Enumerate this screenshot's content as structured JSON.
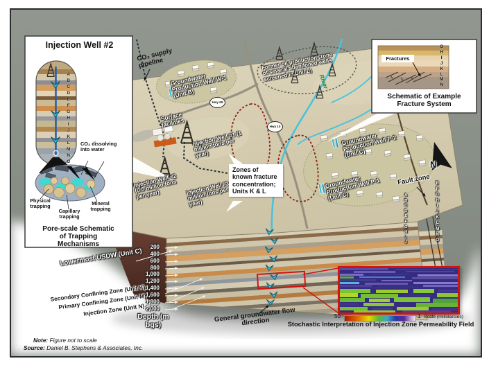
{
  "frame": {
    "note_label": "Note:",
    "note_text": "Figure not to scale",
    "source_label": "Source:",
    "source_text": "Daniel B. Stephens & Associates, Inc."
  },
  "left_inset": {
    "title": "Injection Well #2",
    "layer_letters": [
      "A",
      "B",
      "C",
      "D",
      "E",
      "F",
      "G",
      "H",
      "I",
      "J",
      "K",
      "L",
      "M",
      "N",
      "O"
    ],
    "co2_dissolving": "CO₂ dissolving into water",
    "physical_trapping": "Physical trapping",
    "capillary_trapping": "Capillary trapping",
    "mineral_trapping": "Mineral trapping",
    "caption": "Pore-scale Schematic of Trapping Mechanisms"
  },
  "right_inset": {
    "fractures_label": "Fractures",
    "layer_letters": [
      "G",
      "H",
      "I",
      "J",
      "K",
      "L",
      "M",
      "N"
    ],
    "caption": "Schematic of Example Fracture System"
  },
  "surface": {
    "pipeline_label": "CO₂ supply pipeline",
    "well_w1": "Groundwater Production Well W-1 (Unit B)",
    "surface_facilities": "Surface facilities",
    "injection_well_1": "Injection Well #1 (1 million tons per year)",
    "injection_well_2": "Injection Well #2 (0.5 million tons per year)",
    "injection_well_3": "Injection Well #3 (0.5 million tons per year)",
    "former_oil": "Former oil production (zone of several abandoned wells screened in Unit L)",
    "fracture_zones_callout": "Zones of known fracture concentration; Units K & L",
    "well_p2": "Groundwater Production Well P-2 (Unit C)",
    "well_p1": "Groundwater Production Well P-1 (Unit C)",
    "fault_zone": "Fault zone",
    "river_label": "River",
    "hwy_west": "Hwy 69",
    "hwy_east": "Hwy 10",
    "north_label": "N"
  },
  "subsurface": {
    "depth_ticks": [
      "200",
      "400",
      "600",
      "800",
      "1,000",
      "1,200",
      "1,400",
      "1,600",
      "1,800",
      "2,000"
    ],
    "depth_axis": "Depth (m bgs)",
    "lowermost_usdw": "Lowermost USDW (Unit C)",
    "secondary_confining": "Secondary Confining Zone (Unit K)",
    "primary_confining": "Primary Confining Zone (Unit M)",
    "injection_zone": "Injection Zone (Unit N)",
    "flow_direction": "General groundwater flow direction",
    "right_face_letters": [
      "E",
      "F",
      "G",
      "H",
      "I",
      "J",
      "K",
      "L",
      "M",
      "N",
      "O"
    ],
    "fault_letters": [
      "A",
      "B",
      "C",
      "D",
      "E",
      "F",
      "G",
      "H",
      "I",
      "J"
    ]
  },
  "permeability": {
    "caption": "Stochastic Interpretation of Injection Zone Permeability Field",
    "scale_min": "50",
    "scale_max": "1",
    "scale_unit": "Scale (millidarcies)"
  },
  "colors": {
    "accent_red": "#d01510",
    "water_cyan": "#48c4de",
    "river_label_green": "#1e7d32",
    "backdrop_gray": "#878e85",
    "terrain_tan": "#d7cfb4",
    "maroon_face": "#5c3a30"
  }
}
